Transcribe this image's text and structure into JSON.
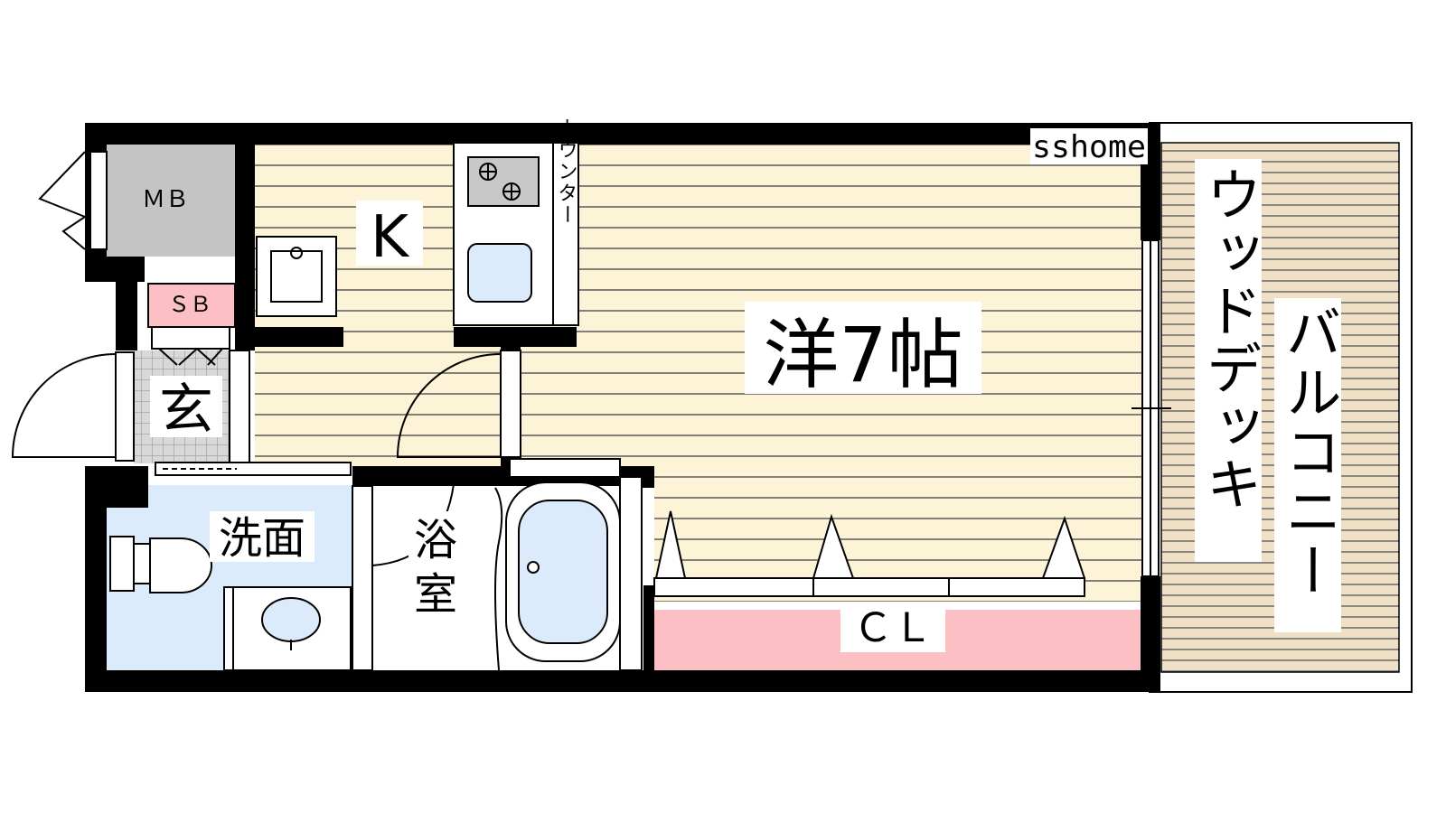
{
  "watermark": "sshome",
  "rooms": {
    "western": "洋7帖",
    "kitchen": "K",
    "counter": "カウンター",
    "meter_box": "ＭＢ",
    "shoe_box": "ＳＢ",
    "entrance": "玄",
    "washroom": "洗面",
    "bath_line1": "浴",
    "bath_line2": "室",
    "closet": "ＣＬ",
    "wood_deck": "ウッドデッキ",
    "balcony": "バルコニー"
  },
  "colors": {
    "wall": "#000000",
    "floor": "#fdf3d6",
    "floor_line": "#5a5a5a",
    "wet_area": "#dcebfb",
    "closet": "#fbbfc4",
    "mb": "#c4c4c4",
    "balcony": "#efe0c6"
  }
}
